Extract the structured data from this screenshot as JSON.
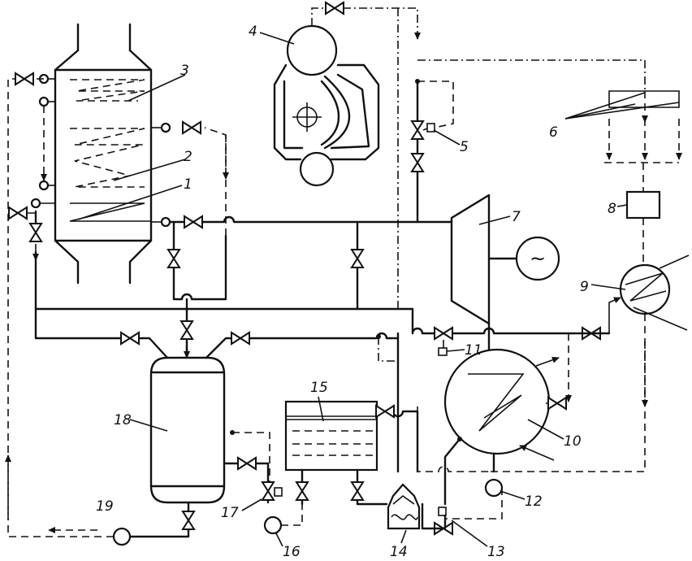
{
  "labels": {
    "n1": "1",
    "n2": "2",
    "n3": "3",
    "n4": "4",
    "n5": "5",
    "n6": "6",
    "n7": "7",
    "n8": "8",
    "n9": "9",
    "n10": "10",
    "n11": "11",
    "n12": "12",
    "n13": "13",
    "n14": "14",
    "n15": "15",
    "n16": "16",
    "n17": "17",
    "n18": "18",
    "n19": "19"
  },
  "icons": {
    "generator": "~"
  }
}
